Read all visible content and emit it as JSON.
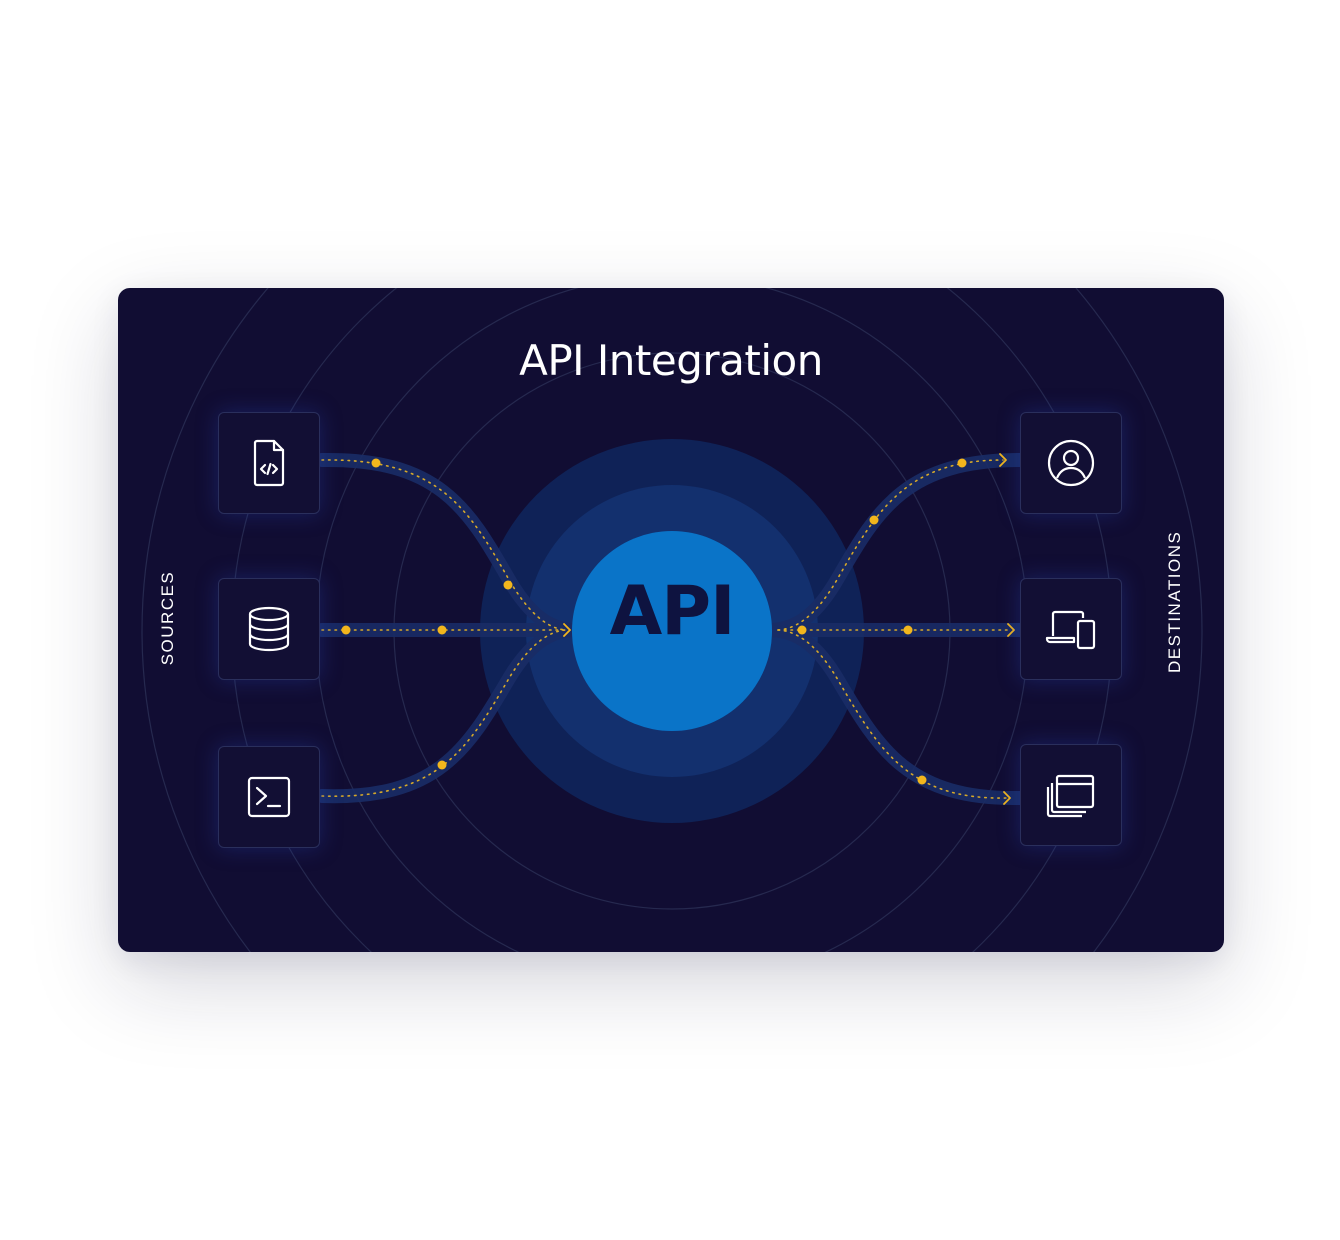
{
  "title": "API Integration",
  "sources_label": "SOURCES",
  "destinations_label": "DESTINATIONS",
  "hub_label": "API",
  "sources": [
    {
      "icon": "code-file-icon"
    },
    {
      "icon": "database-icon"
    },
    {
      "icon": "terminal-icon"
    }
  ],
  "destinations": [
    {
      "icon": "user-circle-icon"
    },
    {
      "icon": "laptop-phone-icon"
    },
    {
      "icon": "browser-windows-icon"
    }
  ],
  "colors": {
    "background": "#110d33",
    "hub_core": "#0a74c8",
    "hub_mid": "#13306e",
    "hub_outer": "#0f2257",
    "flow_dot": "#f2b61d",
    "text": "#ffffff"
  }
}
